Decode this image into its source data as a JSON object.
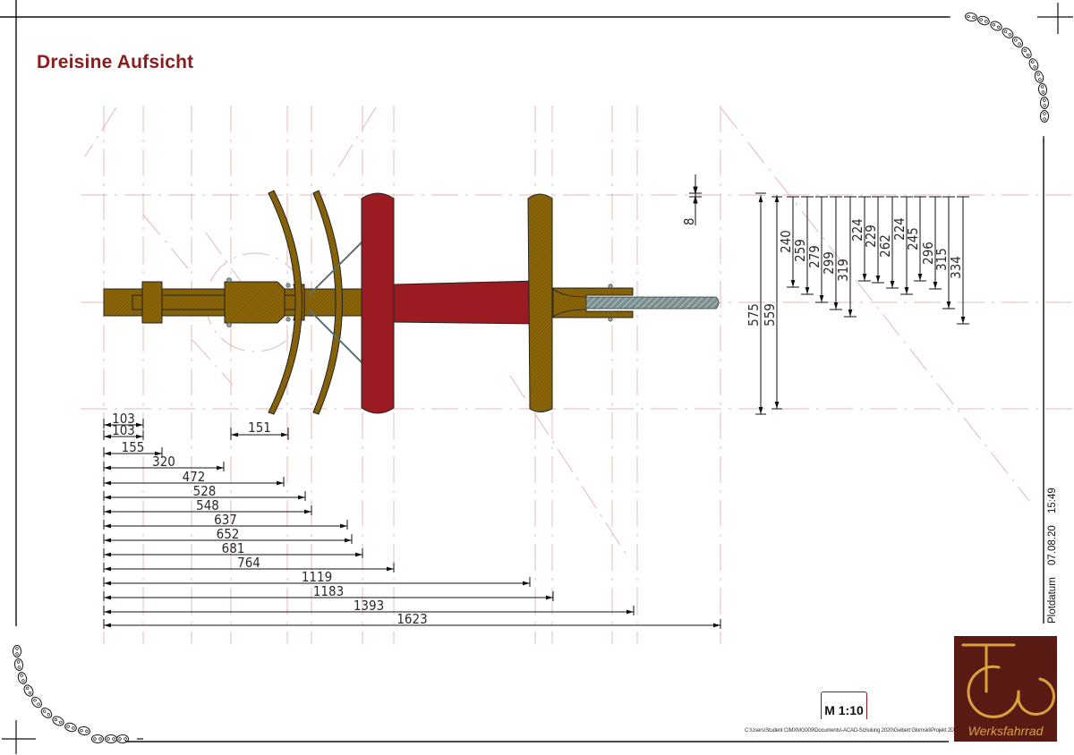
{
  "title": "Dreisine Aufsicht",
  "scale": "M 1:10",
  "file_path": "C:\\Users\\Student CIMXMG009\\Documents\\-ACAD-Schulung 2020\\Geibert Glomski\\Projekt 2D",
  "plot": {
    "label": "Plotdatum",
    "date": "07.08.20",
    "time": "15:49"
  },
  "logo": {
    "text": "Werksfahrrad",
    "bg_color": "#5a1a14",
    "fg_color": "#d9a23c"
  },
  "colors": {
    "wood": "#8a6408",
    "red_part": "#9a1b22",
    "steel": "#6f8a8a",
    "construction_lines": "#e6b8b8",
    "title": "#8b1c1c"
  },
  "horizontal_dimensions": {
    "top_small": [
      {
        "value": "103"
      },
      {
        "value": "103"
      },
      {
        "value": "151"
      }
    ],
    "chain": [
      "103",
      "103",
      "155",
      "320",
      "472",
      "528",
      "548",
      "637",
      "652",
      "681",
      "764",
      "1119",
      "1183",
      "1393",
      "1623"
    ]
  },
  "vertical_dimensions": {
    "overall": [
      "575",
      "559"
    ],
    "offsets": [
      "240",
      "259",
      "279",
      "299",
      "319",
      "224",
      "229",
      "262",
      "224",
      "245",
      "296",
      "315",
      "334"
    ],
    "small": "8"
  },
  "icons": [
    "bicycle-chain-corner-icon-top-right",
    "bicycle-chain-corner-icon-bottom-left",
    "crosshair-icon"
  ]
}
